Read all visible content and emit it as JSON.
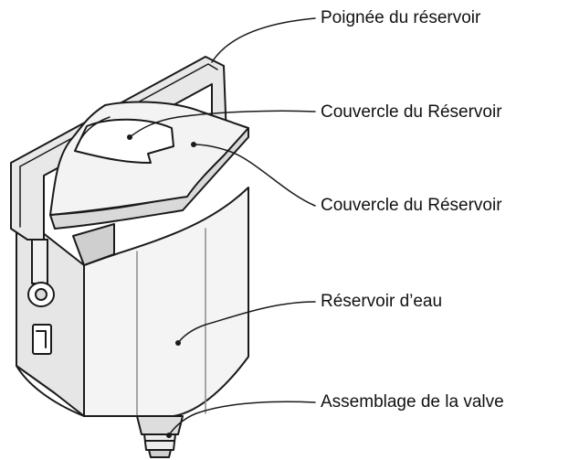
{
  "diagram": {
    "labels": [
      "Poignée du réservoir",
      "Couvercle du Réservoir",
      "Couvercle du Réservoir",
      "Réservoir d’eau",
      "Assemblage de la valve"
    ]
  }
}
